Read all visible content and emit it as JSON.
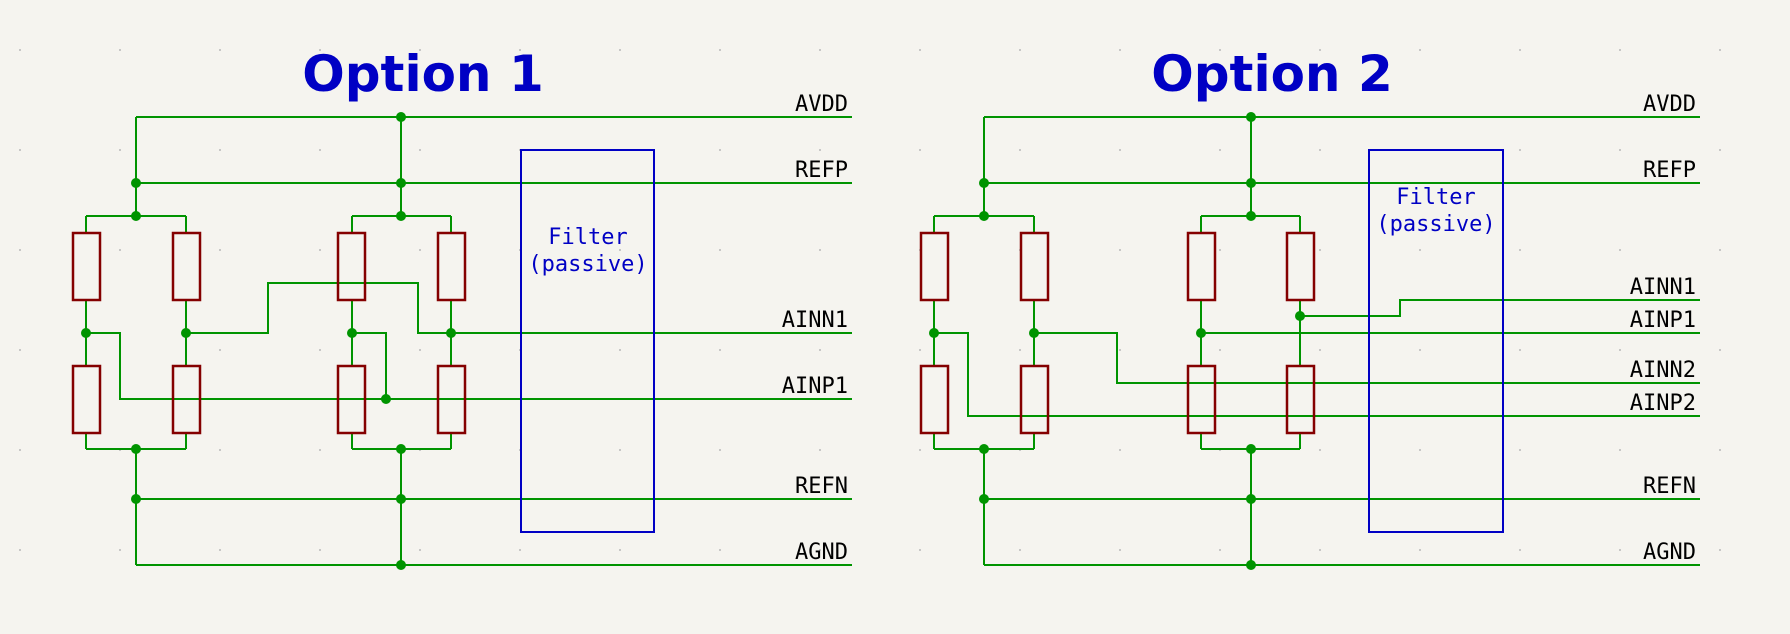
{
  "options": [
    {
      "title": "Option 1",
      "filter_label": [
        "Filter",
        "(passive)"
      ],
      "nets": [
        "AVDD",
        "REFP",
        "AINN1",
        "AINP1",
        "REFN",
        "AGND"
      ]
    },
    {
      "title": "Option 2",
      "filter_label": [
        "Filter",
        "(passive)"
      ],
      "nets": [
        "AVDD",
        "REFP",
        "AINN1",
        "AINP1",
        "AINN2",
        "AINP2",
        "REFN",
        "AGND"
      ]
    }
  ],
  "colors": {
    "background": "#f5f4ef",
    "wire": "#009400",
    "resistor": "#840000",
    "title": "#0000c4",
    "filter": "#0000c4",
    "net_label": "#000000"
  }
}
